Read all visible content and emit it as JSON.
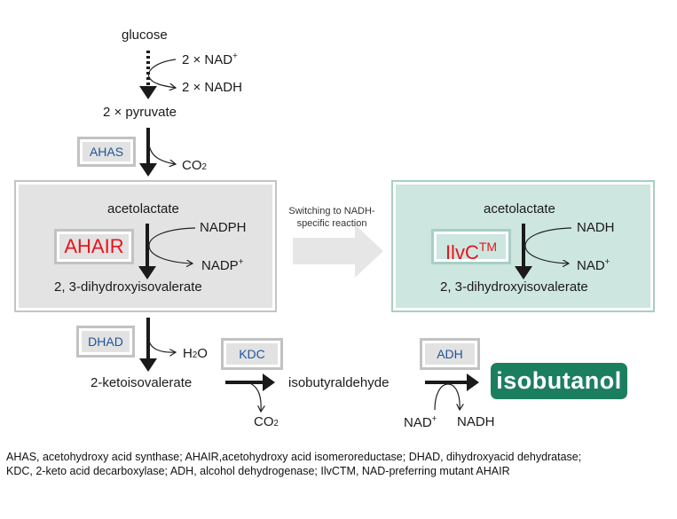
{
  "diagram": {
    "title": "Isobutanol biosynthesis pathway with NADH-specific AHAIR switch",
    "metabolites": {
      "glucose": "glucose",
      "pyruvate": "2 × pyruvate",
      "acetolactate_left": "acetolactate",
      "dhiv_left": "2, 3-dihydroxyisovalerate",
      "acetolactate_right": "acetolactate",
      "dhiv_right": "2, 3-dihydroxyisovalerate",
      "ketoisovalerate": "2-ketoisovalerate",
      "isobutyraldehyde": "isobutyraldehyde",
      "product": "isobutanol"
    },
    "cofactors": {
      "glycolysis_in": "2 × NAD",
      "glycolysis_in_sup": "+",
      "glycolysis_out": "2 × NADH",
      "ahas_out": "CO",
      "ahas_out_sub": "2",
      "ahair_in": "NADPH",
      "ahair_out": "NADP",
      "ahair_out_sup": "+",
      "ilvc_in": "NADH",
      "ilvc_out": "NAD",
      "ilvc_out_sup": "+",
      "dhad_out_a": "H",
      "dhad_out_sub": "2",
      "dhad_out_b": "O",
      "kdc_out": "CO",
      "kdc_out_sub": "2",
      "adh_in": "NAD",
      "adh_in_sup": "+",
      "adh_out": "NADH"
    },
    "enzymes": {
      "ahas": "AHAS",
      "ahair": "AHAIR",
      "ilvc": "IlvC",
      "ilvc_sup": "TM",
      "dhad": "DHAD",
      "kdc": "KDC",
      "adh": "ADH"
    },
    "switch_label_line1": "Switching to NADH-",
    "switch_label_line2": "specific reaction",
    "caption_line1": "AHAS, acetohydroxy acid synthase; AHAIR,acetohydroxy acid isomeroreductase; DHAD, dihydroxyacid dehydratase;",
    "caption_line2": "KDC, 2-keto acid decarboxylase; ADH, alcohol dehydrogenase; IlvCTM, NAD-preferring mutant AHAIR",
    "colors": {
      "enzyme_text": "#1f5597",
      "highlight_enzyme_text": "#e8141b",
      "product_bg": "#1b7e5f",
      "left_panel_bg": "#e3e3e3",
      "right_panel_bg": "#cde6df",
      "switch_arrow": "#e6e6e6"
    }
  }
}
